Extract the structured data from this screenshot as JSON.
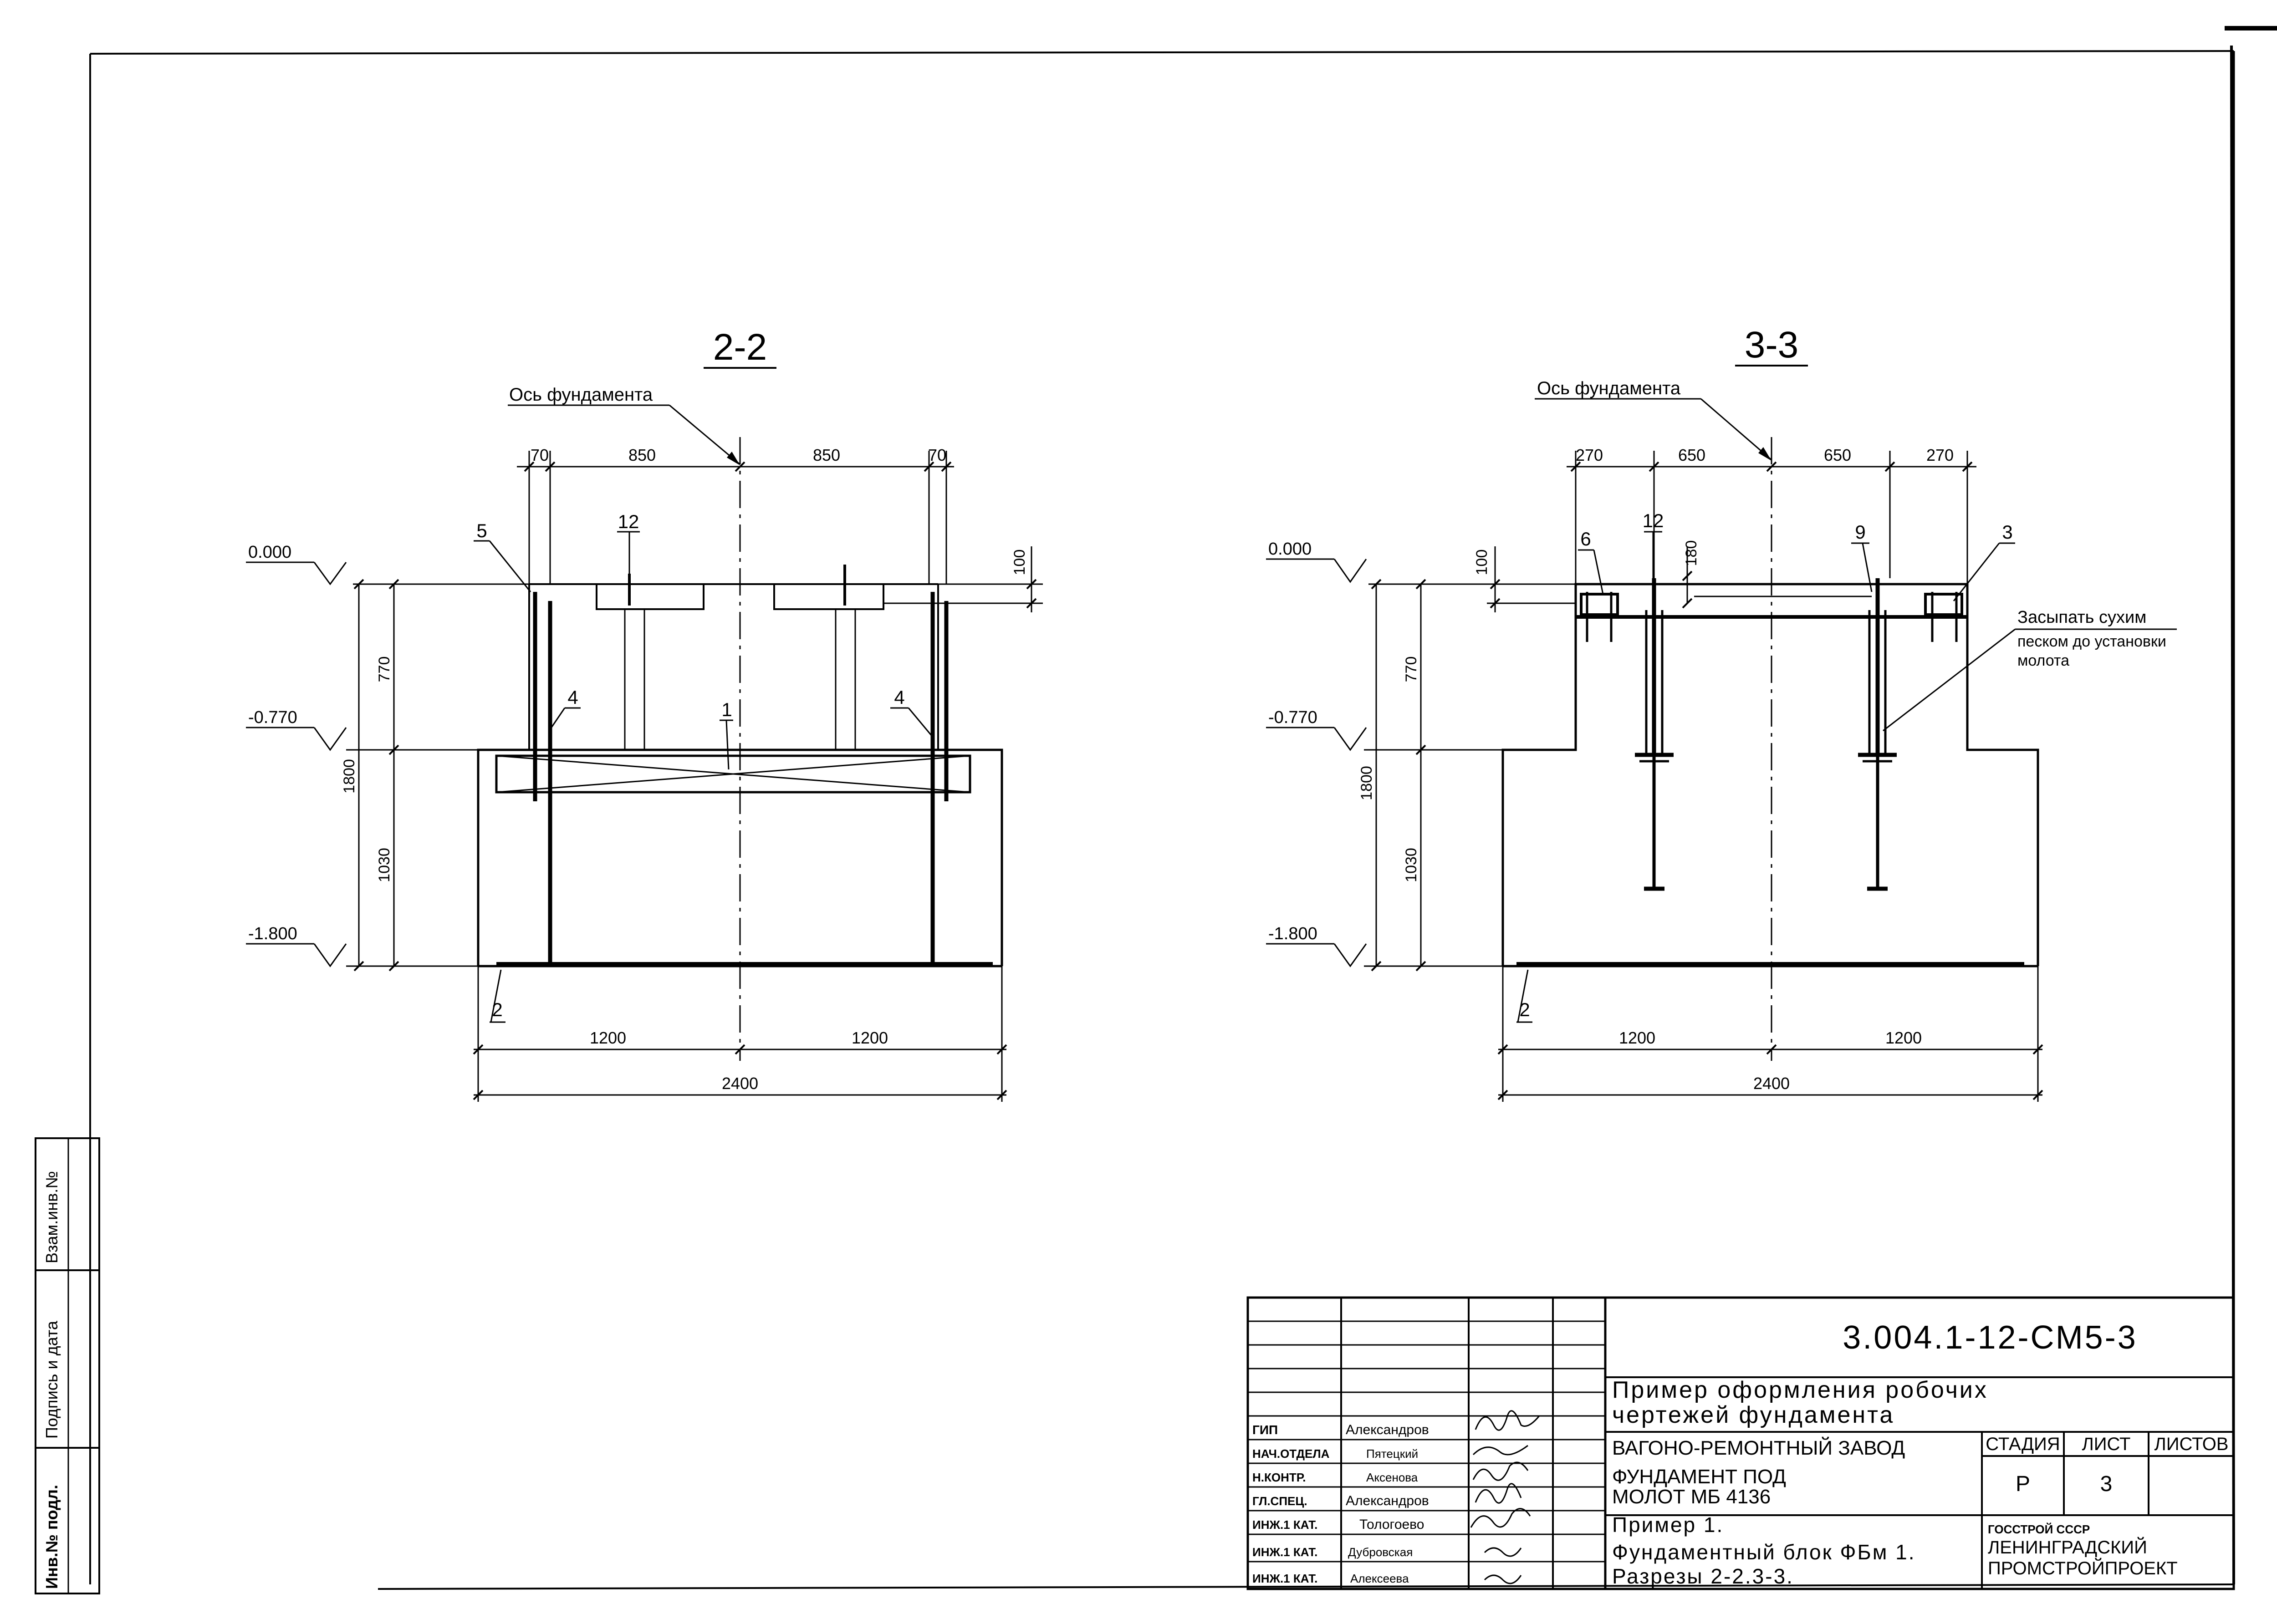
{
  "sheet": {
    "code": "3.004.1-12-СМ5-3",
    "title_line1": "Пример оформления робочих",
    "title_line2": "чертежей фундамента",
    "object_line1": "ВАГОНО-РЕМОНТНЫЙ ЗАВОД",
    "object_line2": "ФУНДАМЕНТ ПОД",
    "object_line3": "МОЛОТ  МБ 4136",
    "sheet_line1": "Пример 1.",
    "sheet_line2": "Фундаментный блок ФБм 1.",
    "sheet_line3": "Разрезы 2-2.3-3.",
    "stage_label": "СТАДИЯ",
    "sheet_label": "ЛИСТ",
    "sheets_label": "ЛИСТОВ",
    "stage_value": "Р",
    "sheet_value": "3",
    "org_line1": "ГОССТРОЙ СССР",
    "org_line2": "ЛЕНИНГРАДСКИЙ",
    "org_line3": "ПРОМСТРОЙПРОЕКТ",
    "signatures": [
      {
        "role": "ГИП",
        "name": "Александров"
      },
      {
        "role": "НАЧ.ОТДЕЛА",
        "name": "Пятецкий"
      },
      {
        "role": "Н.КОНТР.",
        "name": "Аксенова"
      },
      {
        "role": "ГЛ.СПЕЦ.",
        "name": "Александров"
      },
      {
        "role": "ИНЖ.1 КАТ.",
        "name": "Тологоево"
      },
      {
        "role": "ИНЖ.1 КАТ.",
        "name": "Дубровская"
      },
      {
        "role": "ИНЖ.1 КАТ.",
        "name": "Алексеева"
      }
    ],
    "side_stamp": [
      "Инв.№ подл.",
      "Подпись и дата",
      "Взам.инв.№"
    ]
  },
  "section_22": {
    "title": "2-2",
    "axis_label": "Ось фундамента",
    "top_dims": [
      "70",
      "850",
      "850",
      "70"
    ],
    "dim_100": "100",
    "dims_left": [
      "770",
      "1030",
      "1800"
    ],
    "levels": [
      "0.000",
      "-0.770",
      "-1.800"
    ],
    "bottom_dims": [
      "1200",
      "1200",
      "2400"
    ],
    "callouts": [
      "5",
      "12",
      "4",
      "1",
      "4",
      "2"
    ]
  },
  "section_33": {
    "title": "3-3",
    "axis_label": "Ось фундамента",
    "top_dims": [
      "270",
      "650",
      "650",
      "270"
    ],
    "dim_100": "100",
    "dim_180": "180",
    "dims_left": [
      "770",
      "1030",
      "1800"
    ],
    "levels": [
      "0.000",
      "-0.770",
      "-1.800"
    ],
    "bottom_dims": [
      "1200",
      "1200",
      "2400"
    ],
    "callouts": [
      "6",
      "12",
      "9",
      "3",
      "2"
    ],
    "note_line1": "Засыпать сухим",
    "note_line2": "песком до установки",
    "note_line3": "молота"
  }
}
